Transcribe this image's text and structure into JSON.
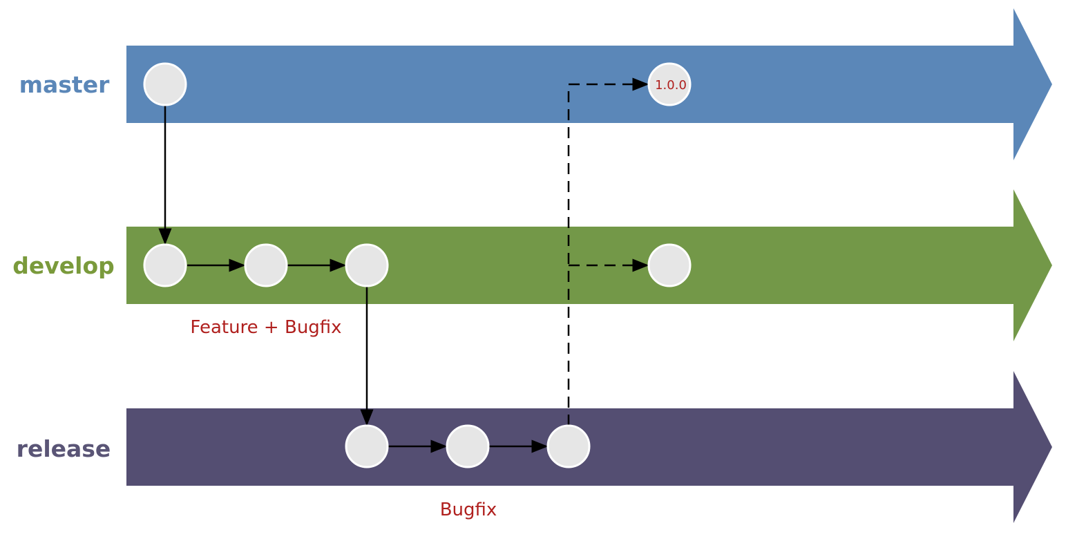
{
  "colors": {
    "master": "#5b87b8",
    "develop": "#739848",
    "release": "#544e72",
    "master_label": "#5b87b8",
    "develop_label": "#7a9a3b",
    "release_label": "#5a5576",
    "annotation": "#b0201e",
    "commit_fill": "#e6e6e6"
  },
  "lanes": [
    {
      "id": "master",
      "label": "master"
    },
    {
      "id": "develop",
      "label": "develop"
    },
    {
      "id": "release",
      "label": "release"
    }
  ],
  "commits": [
    {
      "id": "m1",
      "lane": "master",
      "label": ""
    },
    {
      "id": "m2",
      "lane": "master",
      "label": "1.0.0"
    },
    {
      "id": "d1",
      "lane": "develop",
      "label": ""
    },
    {
      "id": "d2",
      "lane": "develop",
      "label": ""
    },
    {
      "id": "d3",
      "lane": "develop",
      "label": ""
    },
    {
      "id": "d4",
      "lane": "develop",
      "label": ""
    },
    {
      "id": "r1",
      "lane": "release",
      "label": ""
    },
    {
      "id": "r2",
      "lane": "release",
      "label": ""
    },
    {
      "id": "r3",
      "lane": "release",
      "label": ""
    }
  ],
  "edges": [
    {
      "from": "m1",
      "to": "d1",
      "style": "solid"
    },
    {
      "from": "d1",
      "to": "d2",
      "style": "solid"
    },
    {
      "from": "d2",
      "to": "d3",
      "style": "solid"
    },
    {
      "from": "d3",
      "to": "r1",
      "style": "solid"
    },
    {
      "from": "r1",
      "to": "r2",
      "style": "solid"
    },
    {
      "from": "r2",
      "to": "r3",
      "style": "solid"
    },
    {
      "from": "r3",
      "to": "m2",
      "style": "dashed"
    },
    {
      "from": "r3",
      "to": "d4",
      "style": "dashed"
    }
  ],
  "annotations": {
    "develop_work": "Feature + Bugfix",
    "release_work": "Bugfix"
  }
}
